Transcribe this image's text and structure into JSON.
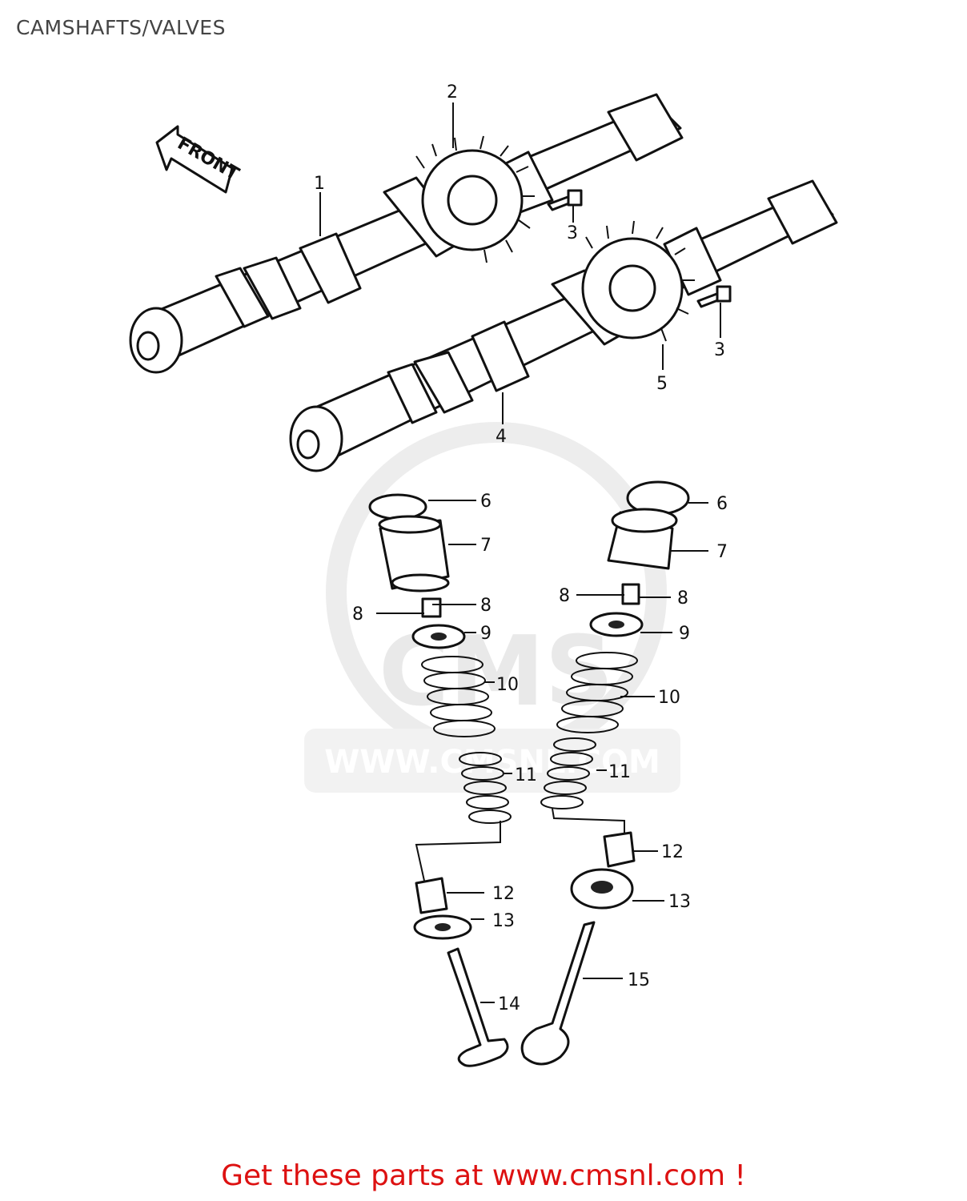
{
  "title": "CAMSHAFTS/VALVES",
  "front_arrow_text": "FRONT",
  "watermark": {
    "logo_text": "CMS",
    "url_text": "WWW.CMSNL.COM"
  },
  "footer": "Get these parts at www.cmsnl.com !",
  "callouts": [
    "1",
    "2",
    "3",
    "3",
    "4",
    "5",
    "6",
    "6",
    "7",
    "7",
    "8",
    "8",
    "8",
    "8",
    "9",
    "9",
    "10",
    "10",
    "11",
    "11",
    "12",
    "12",
    "13",
    "13",
    "14",
    "15"
  ]
}
